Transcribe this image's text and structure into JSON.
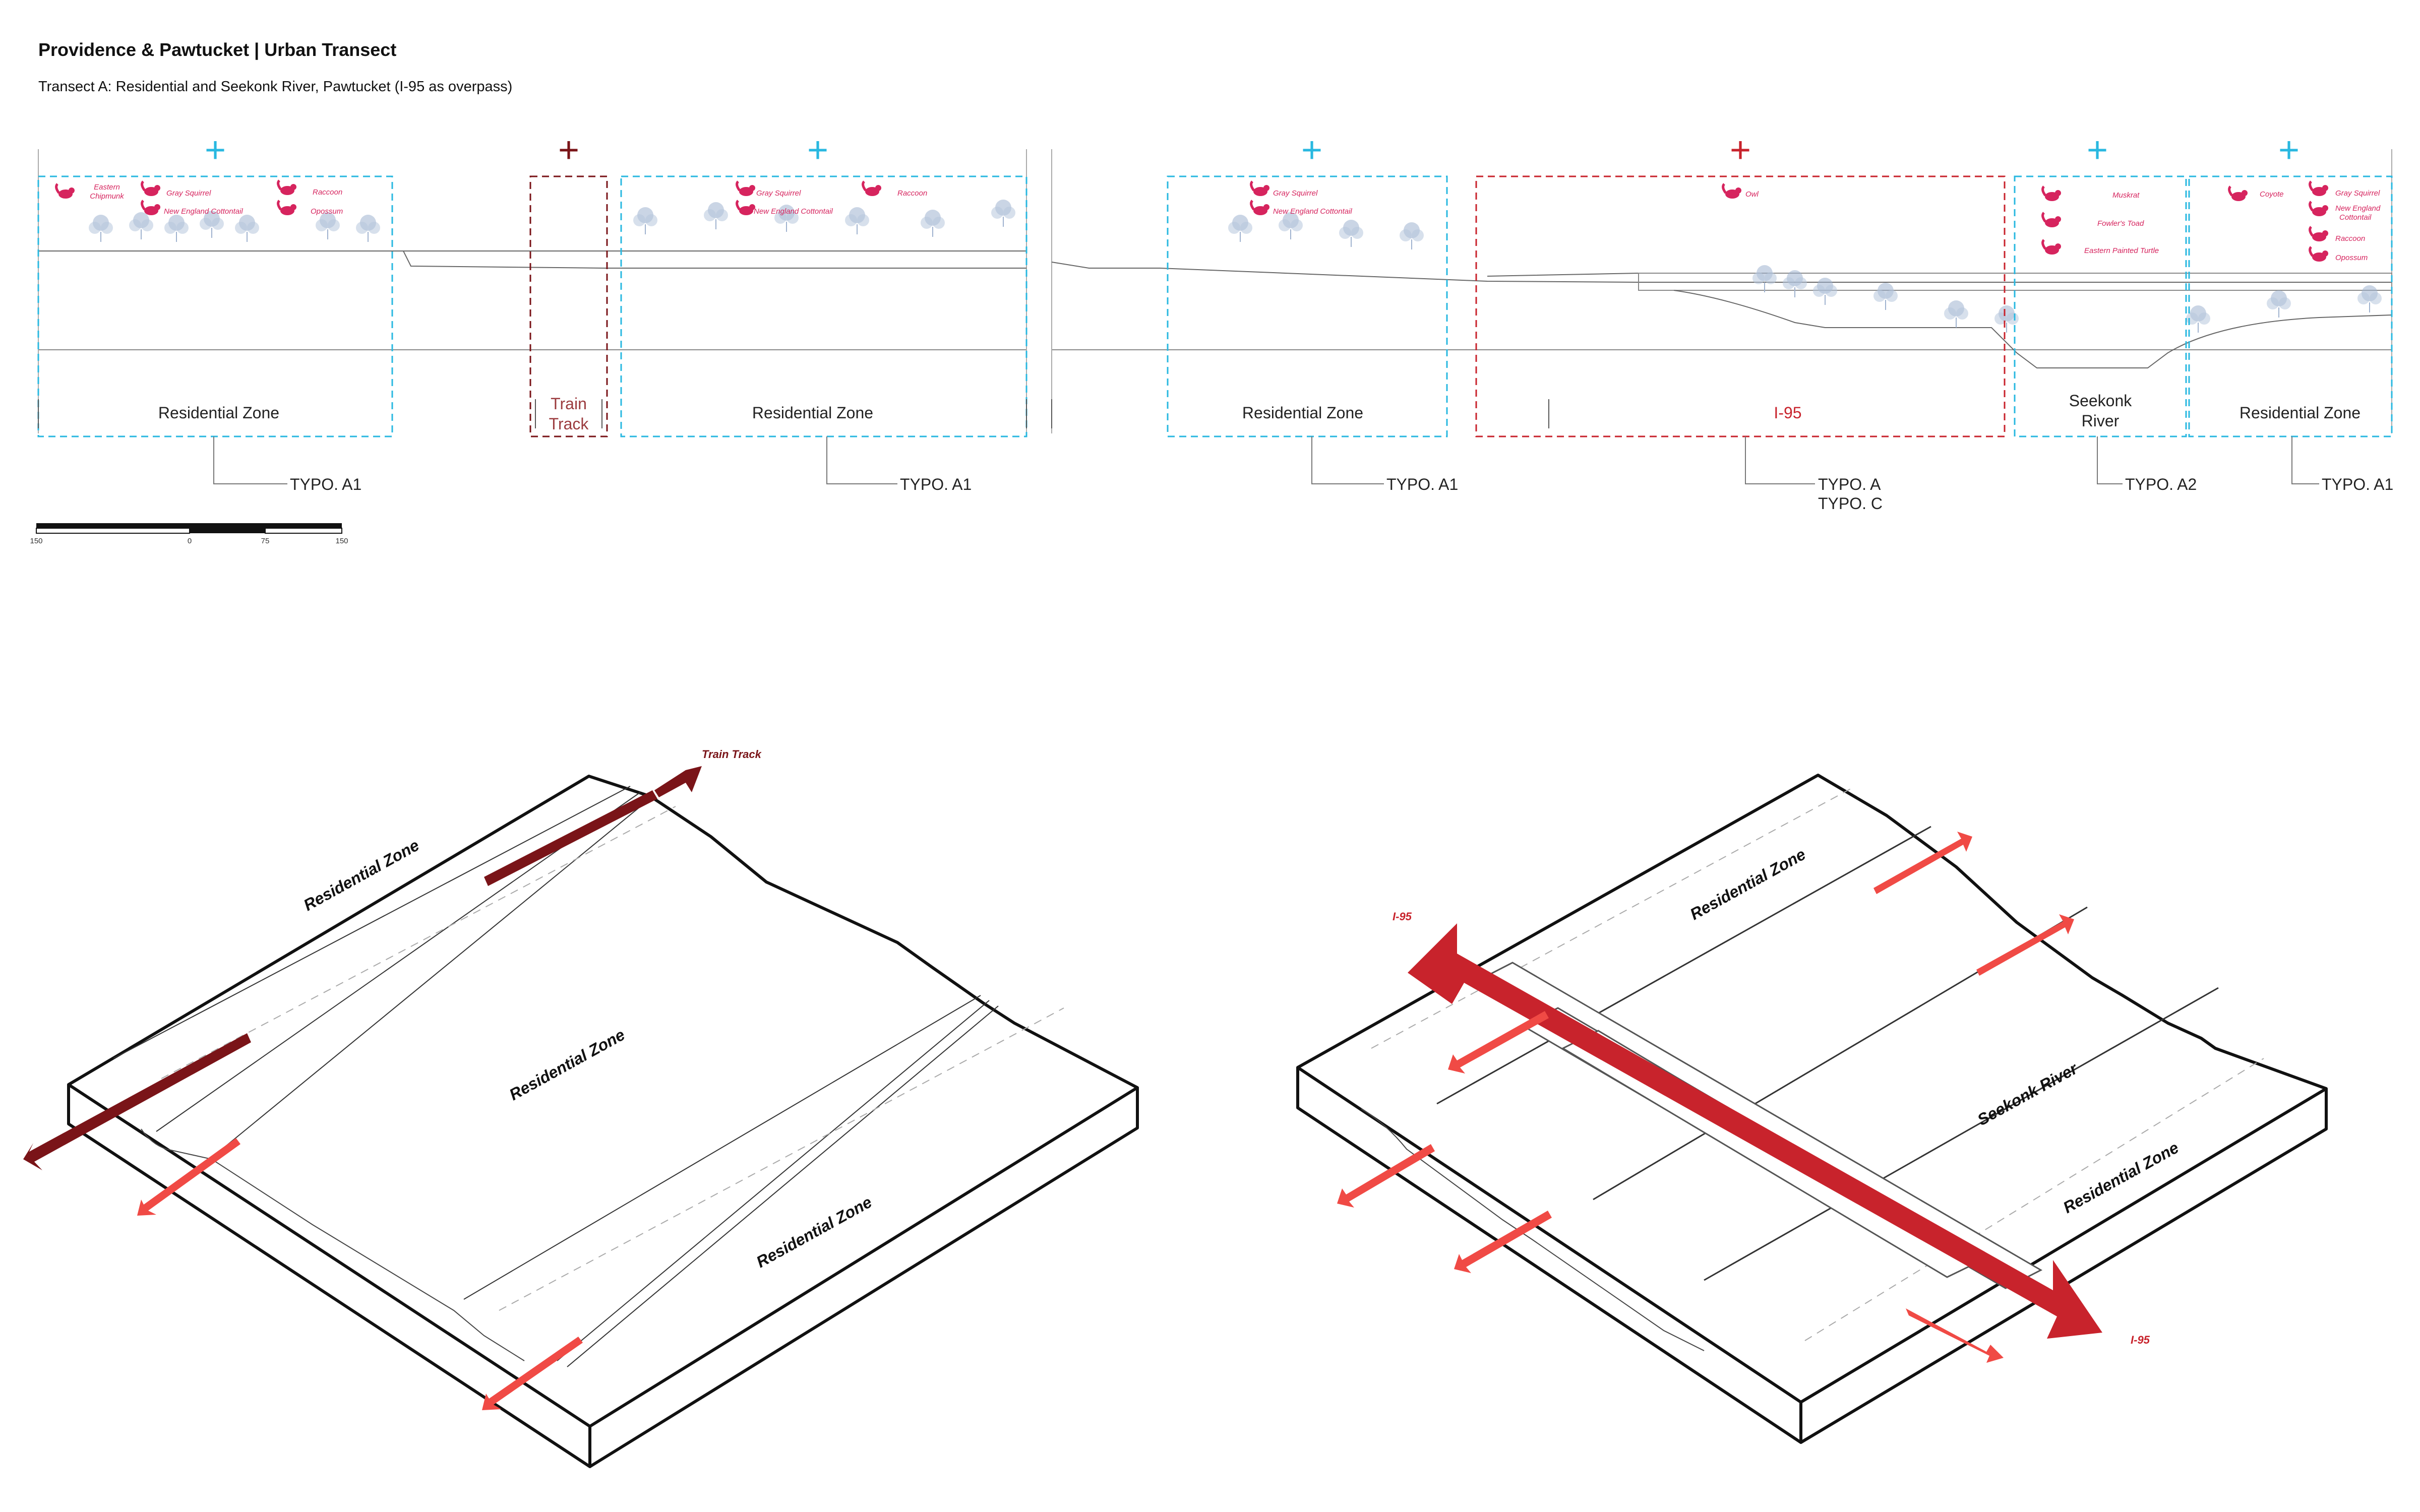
{
  "header": {
    "title": "Providence & Pawtucket | Urban Transect",
    "subtitle": "Transect A: Residential and Seekonk River, Pawtucket (I-95 as overpass)"
  },
  "colors": {
    "habitat": "#29b8e0",
    "barrier": "#7a1418",
    "i95": "#c8232c",
    "arrow": "#f04a45",
    "species": "#d6245e",
    "tree": "#9fb2cf"
  },
  "section": {
    "zones": [
      {
        "label": "Residential Zone",
        "typo": "TYPO. A1",
        "kind": "habitat",
        "symbol": "+"
      },
      {
        "label_line1": "Train",
        "label_line2": "Track",
        "kind": "barrier",
        "symbol": "+"
      },
      {
        "label": "Residential Zone",
        "typo": "TYPO. A1",
        "kind": "habitat",
        "symbol": "+"
      },
      {
        "label": "Residential Zone",
        "typo": "TYPO. A1",
        "kind": "habitat",
        "symbol": "+"
      },
      {
        "label": "I-95",
        "typo_line1": "TYPO. A",
        "typo_line2": "TYPO. C",
        "kind": "barrier",
        "symbol": "+"
      },
      {
        "label_line1": "Seekonk",
        "label_line2": "River",
        "typo": "TYPO. A2",
        "kind": "habitat",
        "symbol": "+"
      },
      {
        "label": "Residential Zone",
        "typo": "TYPO. A1",
        "kind": "habitat",
        "symbol": "+"
      }
    ],
    "species": {
      "z1": [
        "Eastern",
        "Chipmunk",
        "Gray Squirrel",
        "Raccoon",
        "New England Cottontail",
        "Opossum"
      ],
      "z3": [
        "Gray Squirrel",
        "Raccoon",
        "New England Cottontail"
      ],
      "z4": [
        "Gray Squirrel",
        "New England Cottontail"
      ],
      "z5": [
        "Owl"
      ],
      "z6": [
        "Muskrat",
        "Fowler's Toad",
        "Eastern Painted Turtle"
      ],
      "z7": [
        "Coyote",
        "Gray Squirrel",
        "New England",
        "Cottontail",
        "Raccoon",
        "Opossum"
      ]
    }
  },
  "scale_bar": {
    "ticks": [
      "150",
      "0",
      "75",
      "150"
    ]
  },
  "iso_left": {
    "labels": [
      "Residential Zone",
      "Residential Zone",
      "Residential Zone"
    ],
    "arrow_label": "Train Track"
  },
  "iso_right": {
    "labels": [
      "Residential Zone",
      "Seekonk River",
      "Residential Zone"
    ],
    "arrow_labels": [
      "I-95",
      "I-95"
    ]
  }
}
